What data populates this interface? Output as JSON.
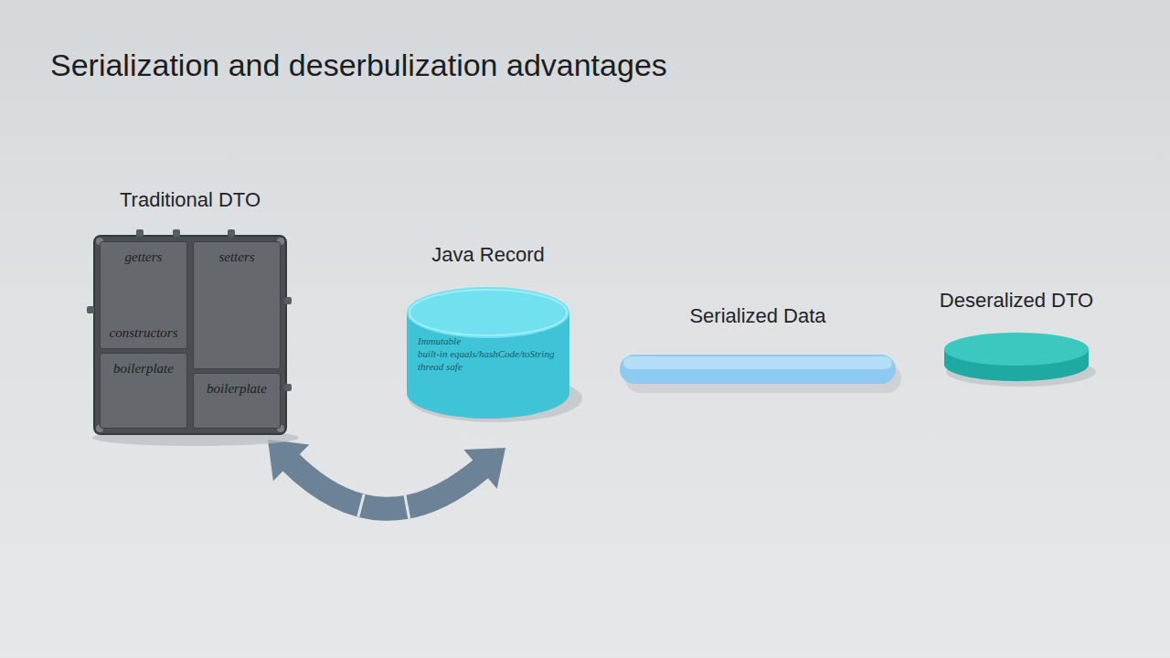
{
  "diagram": {
    "title": "Serialization and deserbulization advantages",
    "nodes": [
      {
        "text": [
          "Traditional DTO"
        ]
      },
      {
        "text": [
          "getters",
          "constructors"
        ],
        "in": 0
      },
      {
        "text": [
          "setters"
        ],
        "in": 0
      },
      {
        "text": [
          "boilerplate"
        ],
        "in": 0
      },
      {
        "text": [
          "boilerplate"
        ],
        "in": 0
      },
      {
        "text": [
          "Java Record",
          "Immutable",
          "built-in equals/hashCode/toString",
          "thread safe"
        ]
      },
      {
        "text": [
          "Serialized Data"
        ]
      },
      {
        "text": [
          "Deseralized DTO"
        ]
      }
    ],
    "edges": [
      {
        "from": 0,
        "to": 5,
        "arrow": "both"
      }
    ]
  }
}
